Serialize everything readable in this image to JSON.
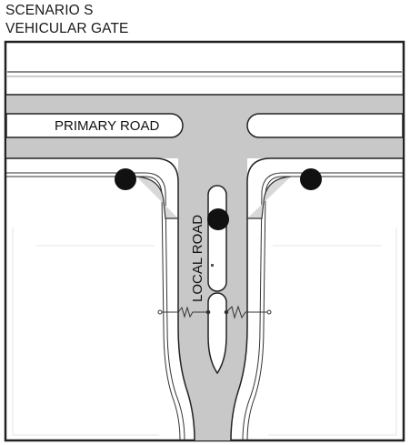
{
  "title": {
    "line1": "SCENARIO S",
    "line2": "VEHICULAR GATE"
  },
  "labels": {
    "primary_road": "PRIMARY ROAD",
    "local_road": "LOCAL ROAD"
  },
  "markers": {
    "left_marker": "2",
    "right_marker": "2",
    "center_marker": "O"
  },
  "colors": {
    "road": "#c8c8c8",
    "outline": "#222222",
    "marker": "#111111"
  }
}
